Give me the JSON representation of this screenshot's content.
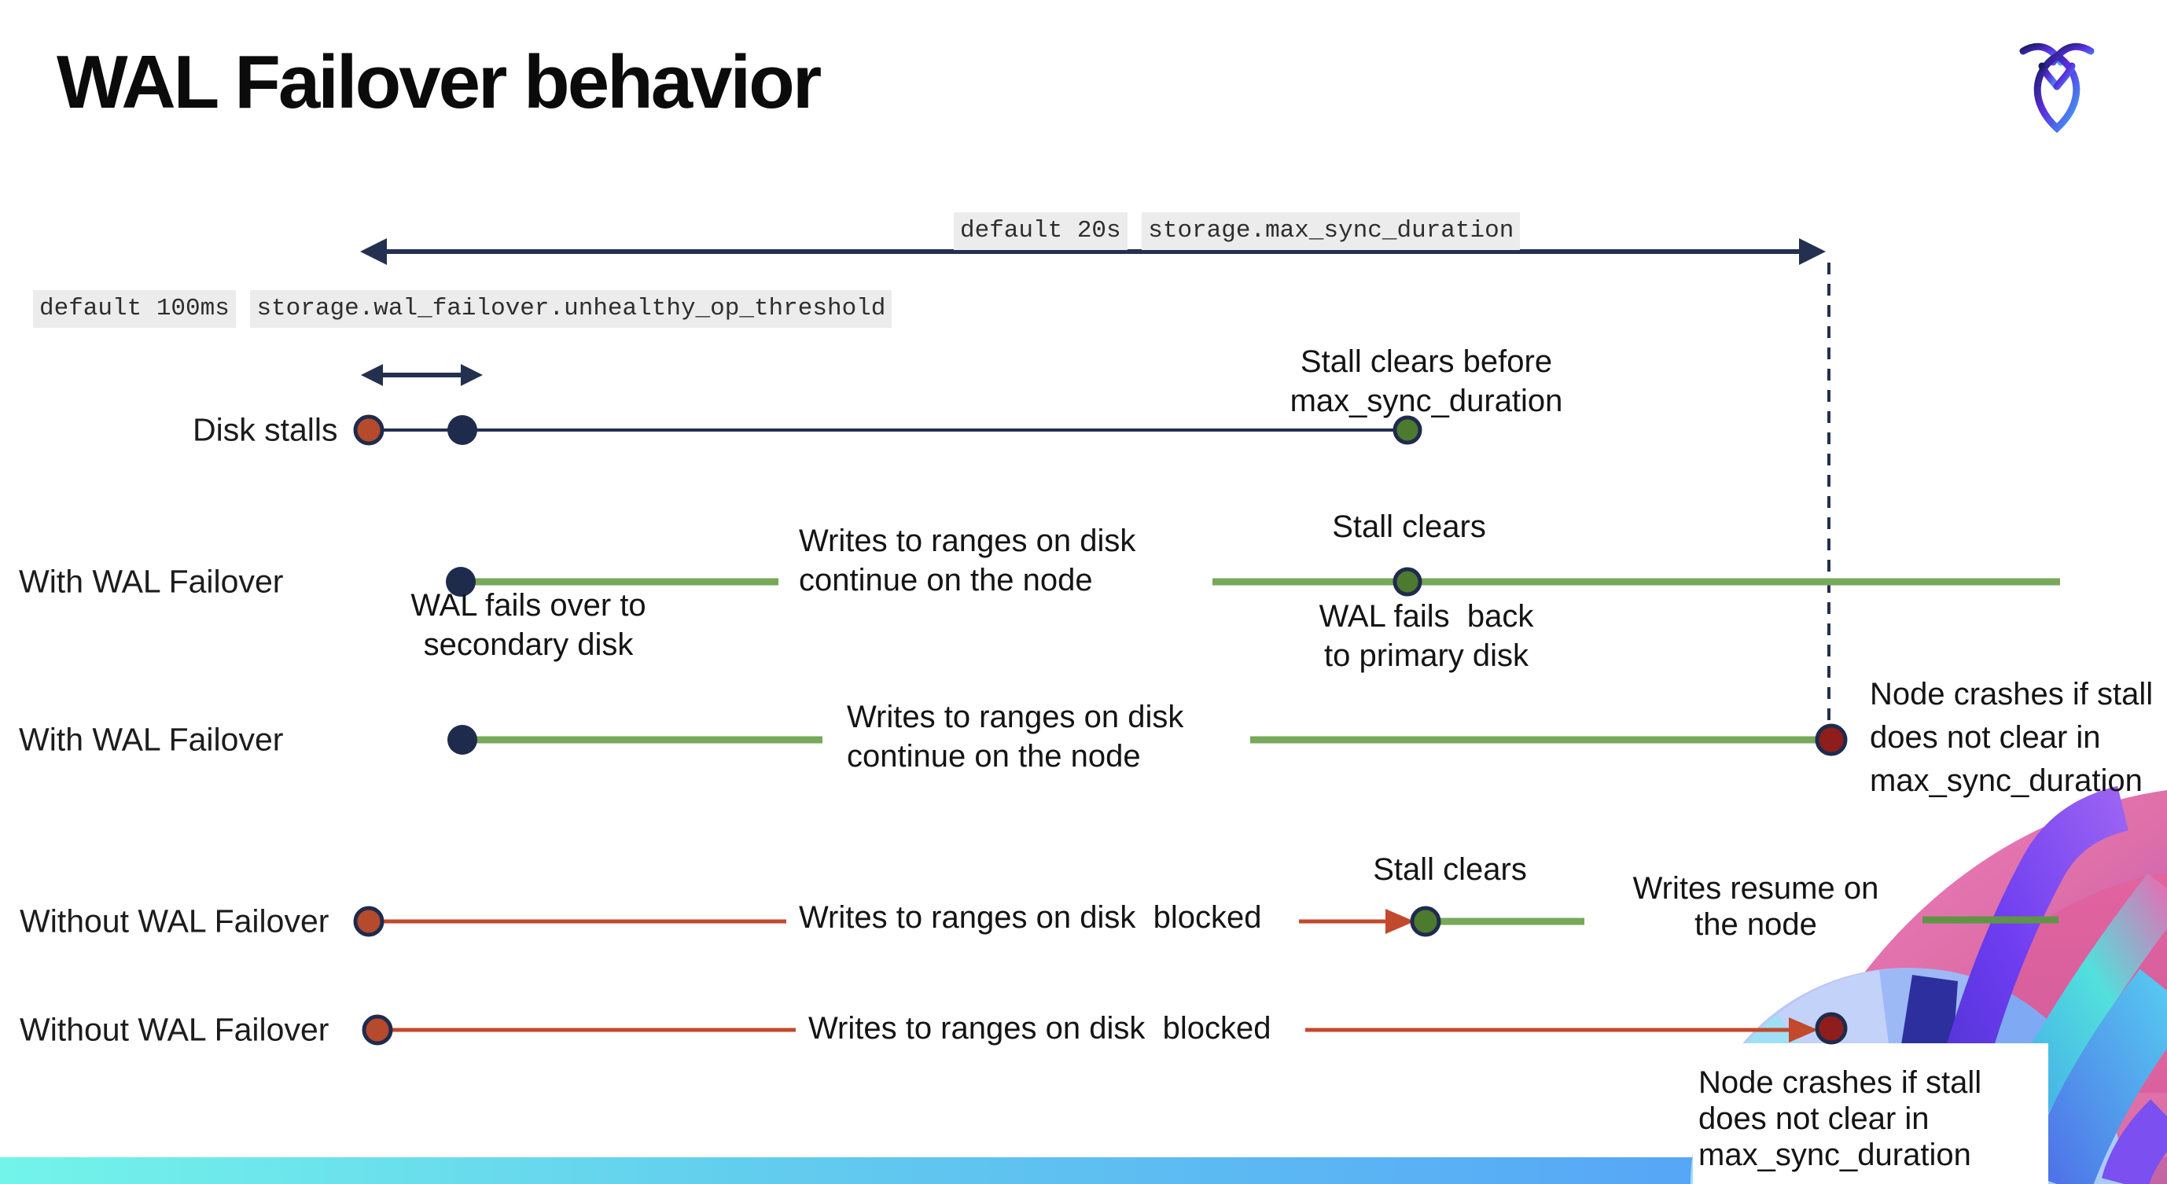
{
  "title": "WAL Failover behavior",
  "logo": {
    "name": "cockroachdb-mark"
  },
  "annotations": {
    "max_sync": {
      "default_label": "default 20s",
      "setting": "storage.max_sync_duration"
    },
    "unhealthy_op": {
      "default_label": "default 100ms",
      "setting": "storage.wal_failover.unhealthy_op_threshold"
    }
  },
  "rows": [
    {
      "label": "Disk stalls"
    },
    {
      "label": "With WAL Failover"
    },
    {
      "label": "With WAL Failover"
    },
    {
      "label": "Without WAL Failover"
    },
    {
      "label": "Without WAL Failover"
    }
  ],
  "captions": {
    "stall_clears_before": "Stall clears before\nmax_sync_duration",
    "stall_clears_r1": "Stall clears",
    "stall_clears_r3": "Stall clears",
    "writes_continue_r1": "Writes to ranges on disk\ncontinue on the node",
    "writes_continue_r2": "Writes to ranges on disk\ncontinue on the node",
    "wal_fails_over": "WAL fails over to\nsecondary disk",
    "wal_fails_back": "WAL fails  back\nto primary disk",
    "node_crashes_r2": "Node crashes if stall\ndoes not clear in\nmax_sync_duration",
    "node_crashes_r4": "Node crashes if stall\ndoes not clear in\nmax_sync_duration",
    "writes_blocked_r3": "Writes to ranges on disk  blocked",
    "writes_blocked_r4": "Writes to ranges on disk  blocked",
    "writes_resume": "Writes resume on\nthe node"
  },
  "colors": {
    "navy": "#24304f",
    "navy_dot": "#1f2b4d",
    "green_line": "#77a95b",
    "green_dot": "#4c7a2e",
    "red_line": "#c2492c",
    "red_orange_dot": "#b54a2c",
    "dark_red_dot": "#8e1d1c",
    "code_bg": "#ececec",
    "bottom_bar_left": "#73f4ea",
    "bottom_bar_right": "#4f9df7"
  }
}
